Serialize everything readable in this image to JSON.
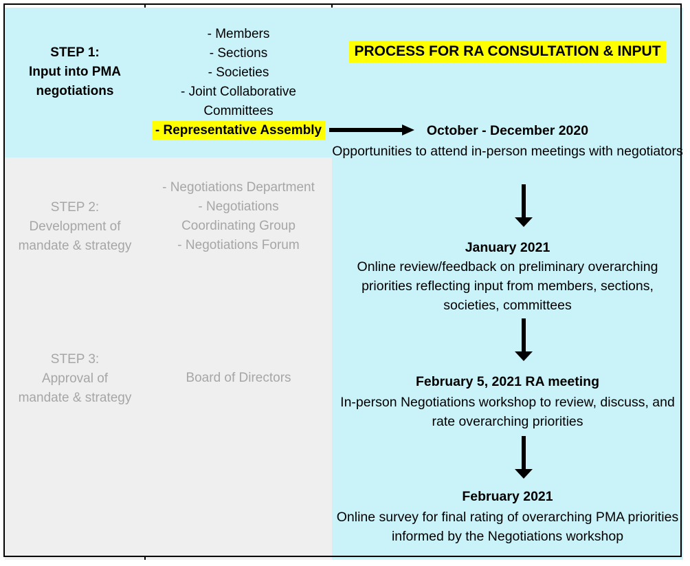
{
  "colors": {
    "cyan_panel": "#c9f2f9",
    "gray_panel": "#efefef",
    "gray_text": "#a6a6a6",
    "highlight_yellow": "#ffff00",
    "text_black": "#000000",
    "border_black": "#000000"
  },
  "left": {
    "steps": [
      {
        "label": "STEP 1:\nInput into PMA\nnegotiations",
        "items": [
          "- Members",
          "- Sections",
          "- Societies",
          "- Joint Collaborative\nCommittees",
          "- Representative Assembly"
        ]
      },
      {
        "label": "STEP 2:\nDevelopment of\nmandate & strategy",
        "items": [
          "- Negotiations Department",
          "- Negotiations\nCoordinating Group",
          "- Negotiations Forum"
        ]
      },
      {
        "label": "STEP 3:\nApproval of\nmandate & strategy",
        "items": [
          "Board of Directors"
        ]
      }
    ]
  },
  "right": {
    "title": "PROCESS FOR RA CONSULTATION & INPUT",
    "stages": [
      {
        "heading": "October - December 2020",
        "description": "Opportunities to attend in-person meetings with negotiators"
      },
      {
        "heading": "January 2021",
        "description": "Online review/feedback on preliminary overarching priorities reflecting input from members, sections, societies, committees"
      },
      {
        "heading": "February 5, 2021 RA meeting",
        "description": "In-person Negotiations workshop to review, discuss, and rate overarching priorities"
      },
      {
        "heading": "February 2021",
        "description": "Online survey for final rating of overarching PMA priorities informed by the Negotiations workshop"
      }
    ]
  }
}
